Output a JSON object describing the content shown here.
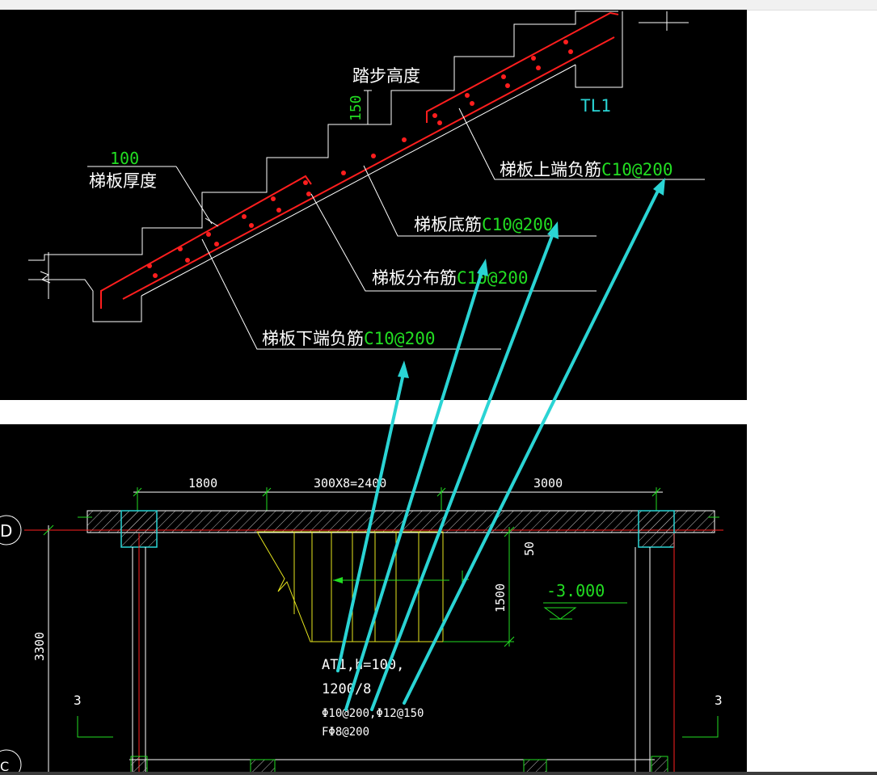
{
  "colors": {
    "background": "#000000",
    "outline": "#ffffff",
    "rebar": "#ff1e1e",
    "green_text": "#22dd22",
    "cyan": "#2ad4d4",
    "yellow": "#e6e61e",
    "red_axis": "#ff2020"
  },
  "section": {
    "label_step_height": "踏步高度",
    "dim_150": "150",
    "label_tl1": "TL1",
    "dim_100": "100",
    "label_thickness": "梯板厚度",
    "label_top_neg": "梯板上端负筋",
    "spec_top_neg": "C10@200",
    "label_bottom": "梯板底筋",
    "spec_bottom": "C10@200",
    "label_distribution": "梯板分布筋",
    "spec_distribution": "C10@200",
    "label_lower_neg": "梯板下端负筋",
    "spec_lower_neg": "C10@200"
  },
  "plan": {
    "dim_left": "1800",
    "dim_middle": "300X8=2400",
    "dim_right": "3000",
    "axis_d": "D",
    "axis_c": "C",
    "dim_vertical": "3300",
    "dim_50": "50",
    "dim_1500": "1500",
    "elevation": "-3.000",
    "mark_left": "3",
    "mark_right": "3",
    "note_line1": "AT1,h=100,",
    "note_line2": "1200/8",
    "note_line3": "Φ10@200,Φ12@150",
    "note_line4": "FΦ8@200"
  }
}
